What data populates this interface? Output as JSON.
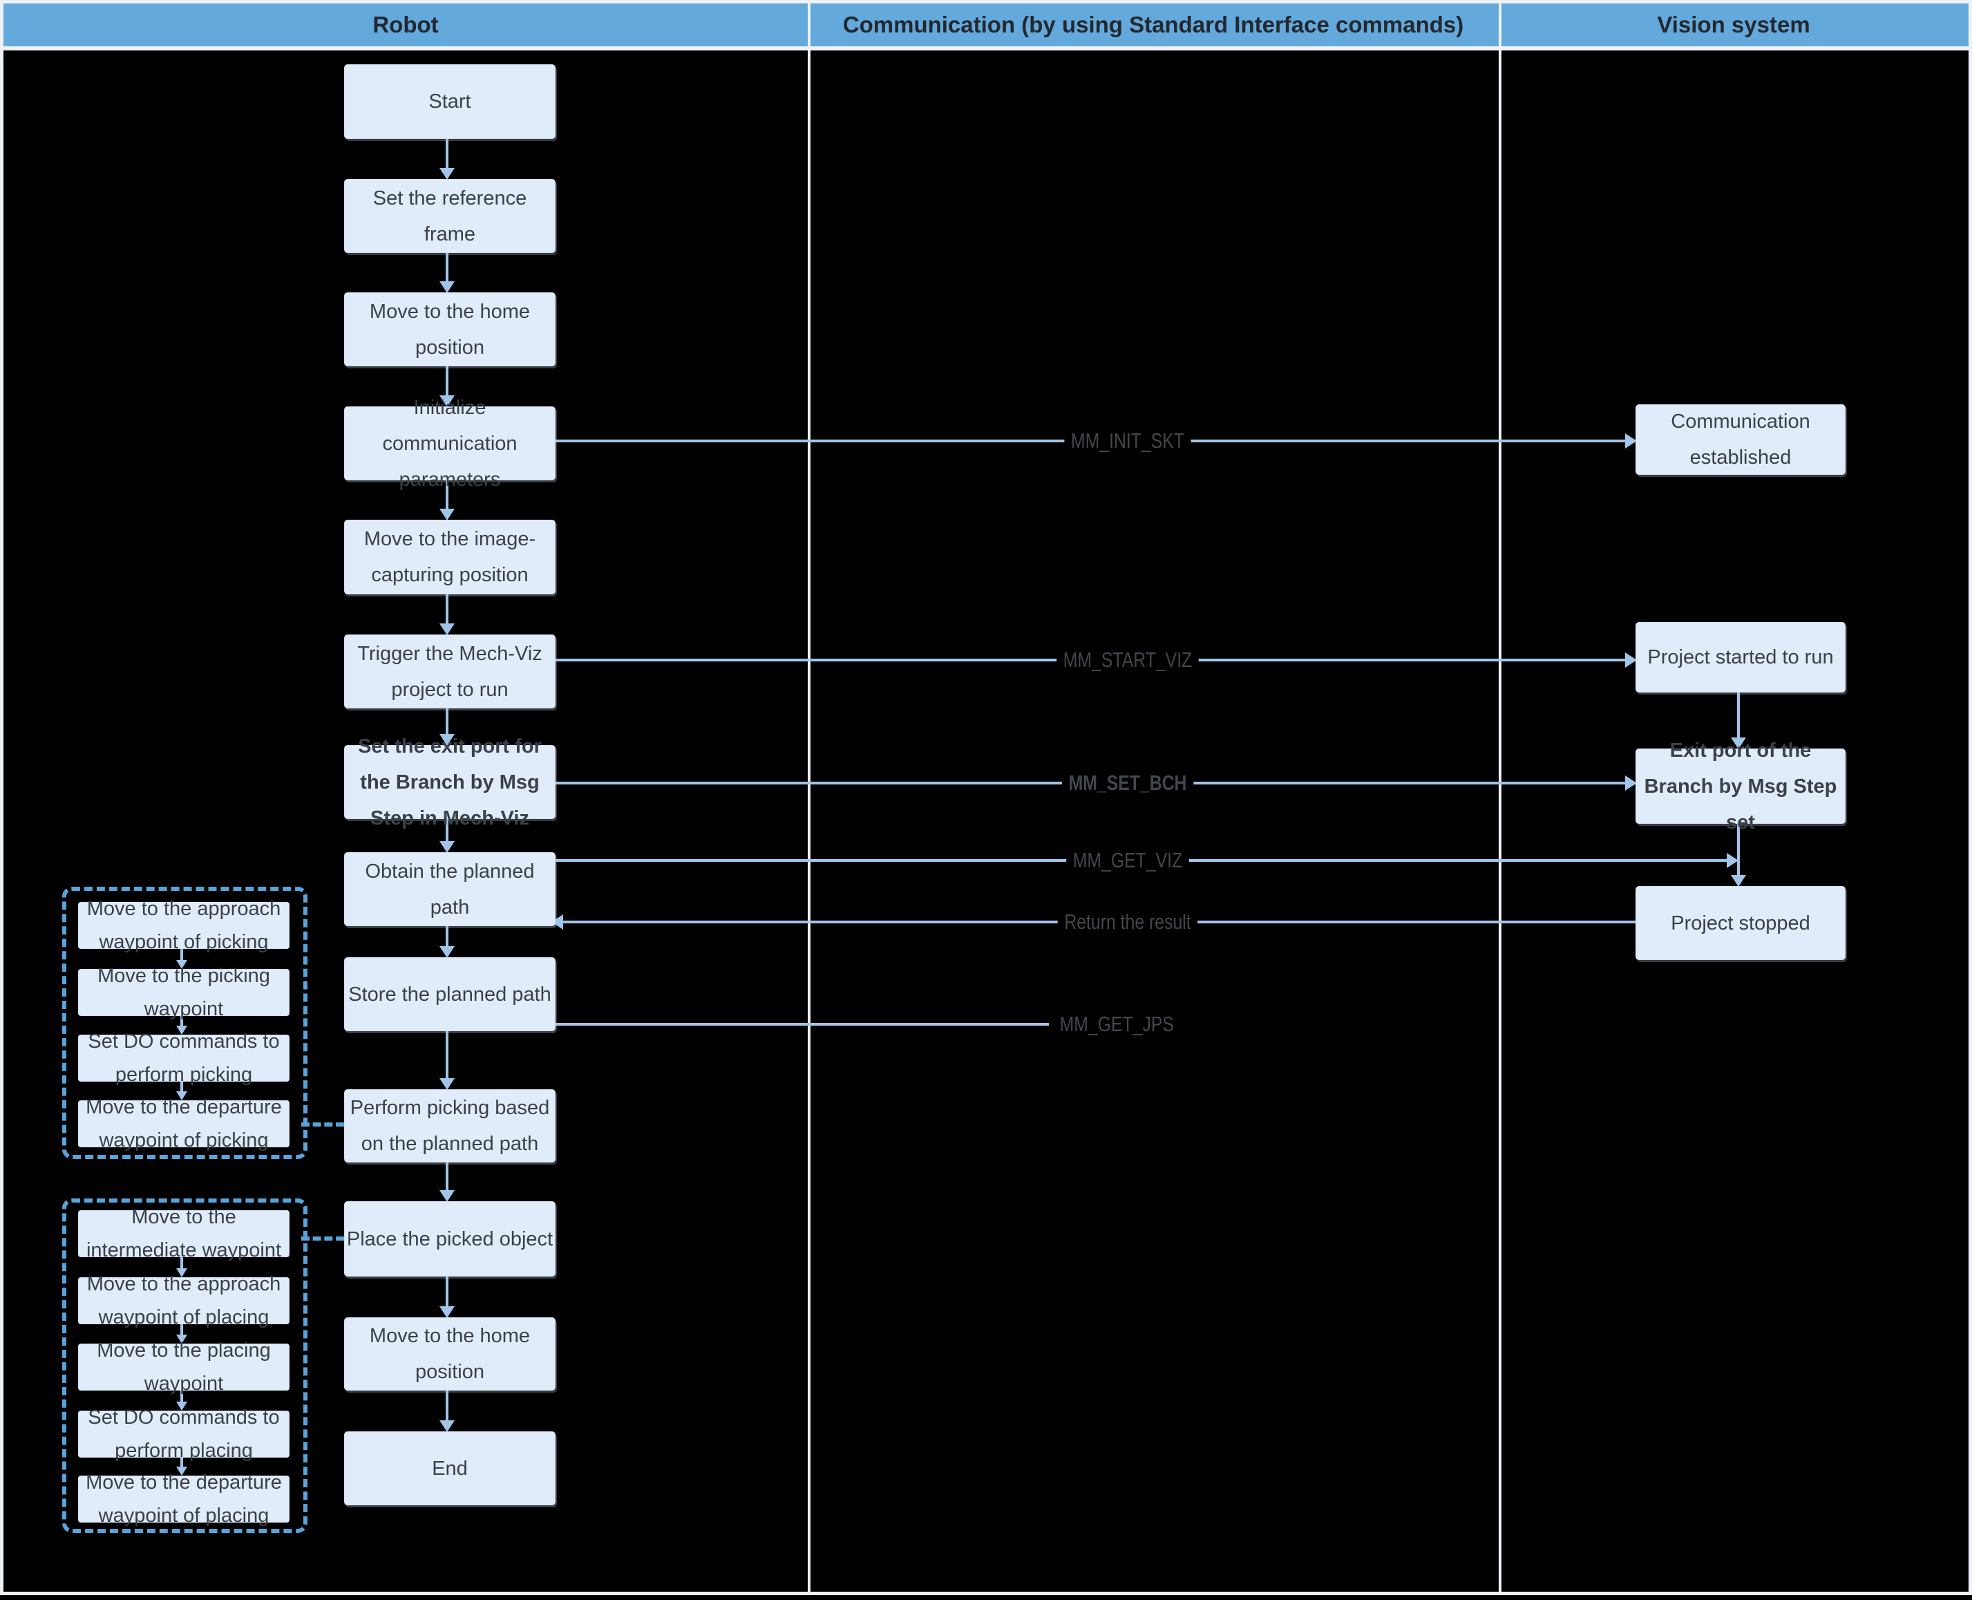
{
  "colors": {
    "background": "#000000",
    "grid_lines": "#eef2f6",
    "header_fill": "#64a9dc",
    "box_fill": "#e0ecf9",
    "box_text": "#3b4147",
    "connector_line": "#a0c5e8",
    "dashed_group": "#58a3da"
  },
  "header": {
    "columns": [
      {
        "label": "Robot"
      },
      {
        "label": "Communication (by using Standard Interface commands)"
      },
      {
        "label": "Vision system"
      }
    ]
  },
  "robot_flow": [
    {
      "label": "Start"
    },
    {
      "label": "Set the reference frame"
    },
    {
      "label": "Move to the home position"
    },
    {
      "label": "Initialize communication parameters"
    },
    {
      "label": "Move to the image-capturing position"
    },
    {
      "label": "Trigger the Mech-Viz project to run"
    },
    {
      "label": "Set the exit port for the Branch by Msg Step in Mech-Viz"
    },
    {
      "label": "Obtain the planned path"
    },
    {
      "label": "Store the planned path"
    },
    {
      "label": "Perform picking based on the planned path"
    },
    {
      "label": "Place the picked object"
    },
    {
      "label": "Move to the home position"
    },
    {
      "label": "End"
    }
  ],
  "vision_flow": [
    {
      "label": "Communication established"
    },
    {
      "label": "Project started to run"
    },
    {
      "label": "Exit port of the Branch by Msg Step set"
    },
    {
      "label": "Project stopped"
    }
  ],
  "comm_labels": [
    {
      "label": "MM_INIT_SKT"
    },
    {
      "label": "MM_START_VIZ"
    },
    {
      "label": "MM_SET_BCH"
    },
    {
      "label": "MM_GET_VIZ"
    },
    {
      "label": "Return the result"
    },
    {
      "label": "MM_GET_JPS"
    }
  ],
  "picking_group": {
    "items": [
      {
        "label": "Move to the approach waypoint of picking"
      },
      {
        "label": "Move to the picking waypoint"
      },
      {
        "label": "Set DO commands to perform picking"
      },
      {
        "label": "Move to the departure waypoint of picking"
      }
    ]
  },
  "placing_group": {
    "items": [
      {
        "label": "Move to the intermediate waypoint"
      },
      {
        "label": "Move to the approach waypoint of placing"
      },
      {
        "label": "Move to the placing waypoint"
      },
      {
        "label": "Set DO commands to perform placing"
      },
      {
        "label": "Move to the departure waypoint of placing"
      }
    ]
  }
}
